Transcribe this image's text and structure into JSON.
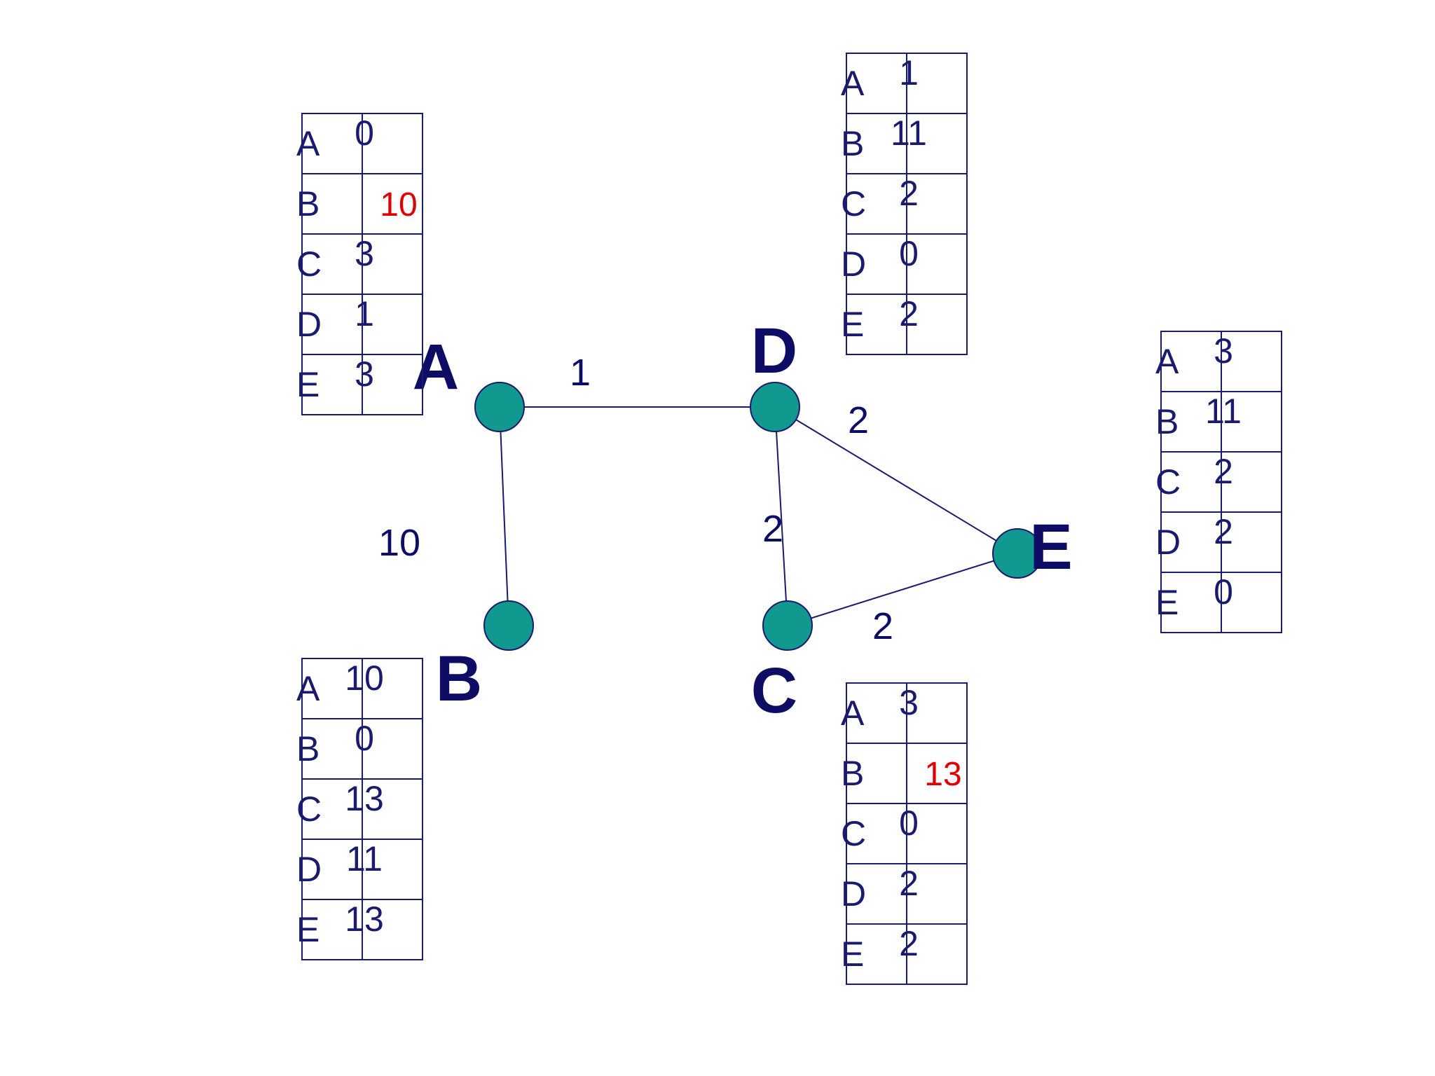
{
  "colors": {
    "node_fill": "#12998f",
    "ink": "#1a1a6e",
    "highlight": "#e00000"
  },
  "nodes": [
    {
      "id": "A",
      "label": "A"
    },
    {
      "id": "B",
      "label": "B"
    },
    {
      "id": "C",
      "label": "C"
    },
    {
      "id": "D",
      "label": "D"
    },
    {
      "id": "E",
      "label": "E"
    }
  ],
  "edges": [
    {
      "from": "A",
      "to": "D",
      "weight": "1"
    },
    {
      "from": "A",
      "to": "B",
      "weight": "10"
    },
    {
      "from": "D",
      "to": "C",
      "weight": "2"
    },
    {
      "from": "D",
      "to": "E",
      "weight": "2"
    },
    {
      "from": "C",
      "to": "E",
      "weight": "2"
    }
  ],
  "tables": [
    {
      "node": "A",
      "rows": [
        {
          "dest": "A",
          "col1": "0",
          "col2": ""
        },
        {
          "dest": "B",
          "col1": "",
          "col2": "10",
          "highlight": true
        },
        {
          "dest": "C",
          "col1": "3",
          "col2": ""
        },
        {
          "dest": "D",
          "col1": "1",
          "col2": ""
        },
        {
          "dest": "E",
          "col1": "3",
          "col2": ""
        }
      ]
    },
    {
      "node": "D",
      "rows": [
        {
          "dest": "A",
          "col1": "1",
          "col2": ""
        },
        {
          "dest": "B",
          "col1": "11",
          "col2": ""
        },
        {
          "dest": "C",
          "col1": "2",
          "col2": ""
        },
        {
          "dest": "D",
          "col1": "0",
          "col2": ""
        },
        {
          "dest": "E",
          "col1": "2",
          "col2": ""
        }
      ]
    },
    {
      "node": "E",
      "rows": [
        {
          "dest": "A",
          "col1": "3",
          "col2": ""
        },
        {
          "dest": "B",
          "col1": "11",
          "col2": ""
        },
        {
          "dest": "C",
          "col1": "2",
          "col2": ""
        },
        {
          "dest": "D",
          "col1": "2",
          "col2": ""
        },
        {
          "dest": "E",
          "col1": "0",
          "col2": ""
        }
      ]
    },
    {
      "node": "B",
      "rows": [
        {
          "dest": "A",
          "col1": "10",
          "col2": ""
        },
        {
          "dest": "B",
          "col1": "0",
          "col2": ""
        },
        {
          "dest": "C",
          "col1": "13",
          "col2": ""
        },
        {
          "dest": "D",
          "col1": "11",
          "col2": ""
        },
        {
          "dest": "E",
          "col1": "13",
          "col2": ""
        }
      ]
    },
    {
      "node": "C",
      "rows": [
        {
          "dest": "A",
          "col1": "3",
          "col2": ""
        },
        {
          "dest": "B",
          "col1": "",
          "col2": "13",
          "highlight": true
        },
        {
          "dest": "C",
          "col1": "0",
          "col2": ""
        },
        {
          "dest": "D",
          "col1": "2",
          "col2": ""
        },
        {
          "dest": "E",
          "col1": "2",
          "col2": ""
        }
      ]
    }
  ]
}
